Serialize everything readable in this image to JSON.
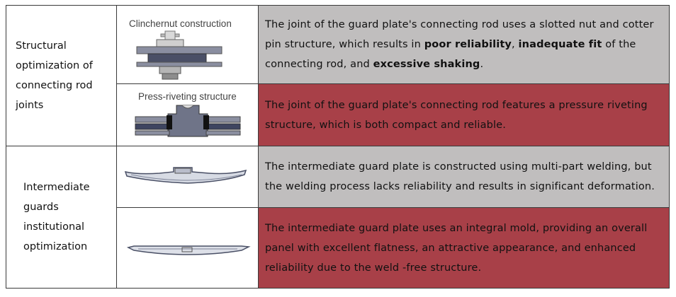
{
  "rows": [
    {
      "label": "Structural optimization of connecting rod joints",
      "label_lines": [
        "Structural",
        "optimization of",
        "connecting rod",
        "joints"
      ],
      "items": [
        {
          "image_caption": "Clinchernut construction",
          "image_icon": "clinch-nut-assembly-icon",
          "highlight": "gray",
          "text": {
            "pre": "The joint of the guard plate's connecting rod uses a slotted nut and cotter pin structure, which results in ",
            "b1": "poor reliability",
            "mid1": ", ",
            "b2": "inadequate fit",
            "mid2": " of the connecting rod, and ",
            "b3": "excessive shaking",
            "post": "."
          }
        },
        {
          "image_caption": "Press-riveting structure",
          "image_icon": "press-rivet-assembly-icon",
          "highlight": "red",
          "text": "The joint of the guard plate's connecting rod features a pressure riveting structure, which is both compact and reliable."
        }
      ]
    },
    {
      "label": "Intermediate guards institutional optimization",
      "label_lines": [
        "Intermediate",
        "guards",
        "institutional",
        "optimization"
      ],
      "items": [
        {
          "image_icon": "welded-guard-plate-icon",
          "highlight": "gray",
          "text": "The intermediate guard plate is constructed using multi-part welding, but the welding process lacks reliability and results in significant deformation."
        },
        {
          "image_icon": "integral-guard-plate-icon",
          "highlight": "red",
          "text": "The intermediate guard plate uses an integral mold, providing an overall panel with excellent flatness, an attractive appearance, and enhanced reliability due to the weld -free structure."
        }
      ]
    }
  ],
  "colors": {
    "gray": "#c0bebe",
    "red": "#a84048",
    "border": "#3a3a3a"
  }
}
